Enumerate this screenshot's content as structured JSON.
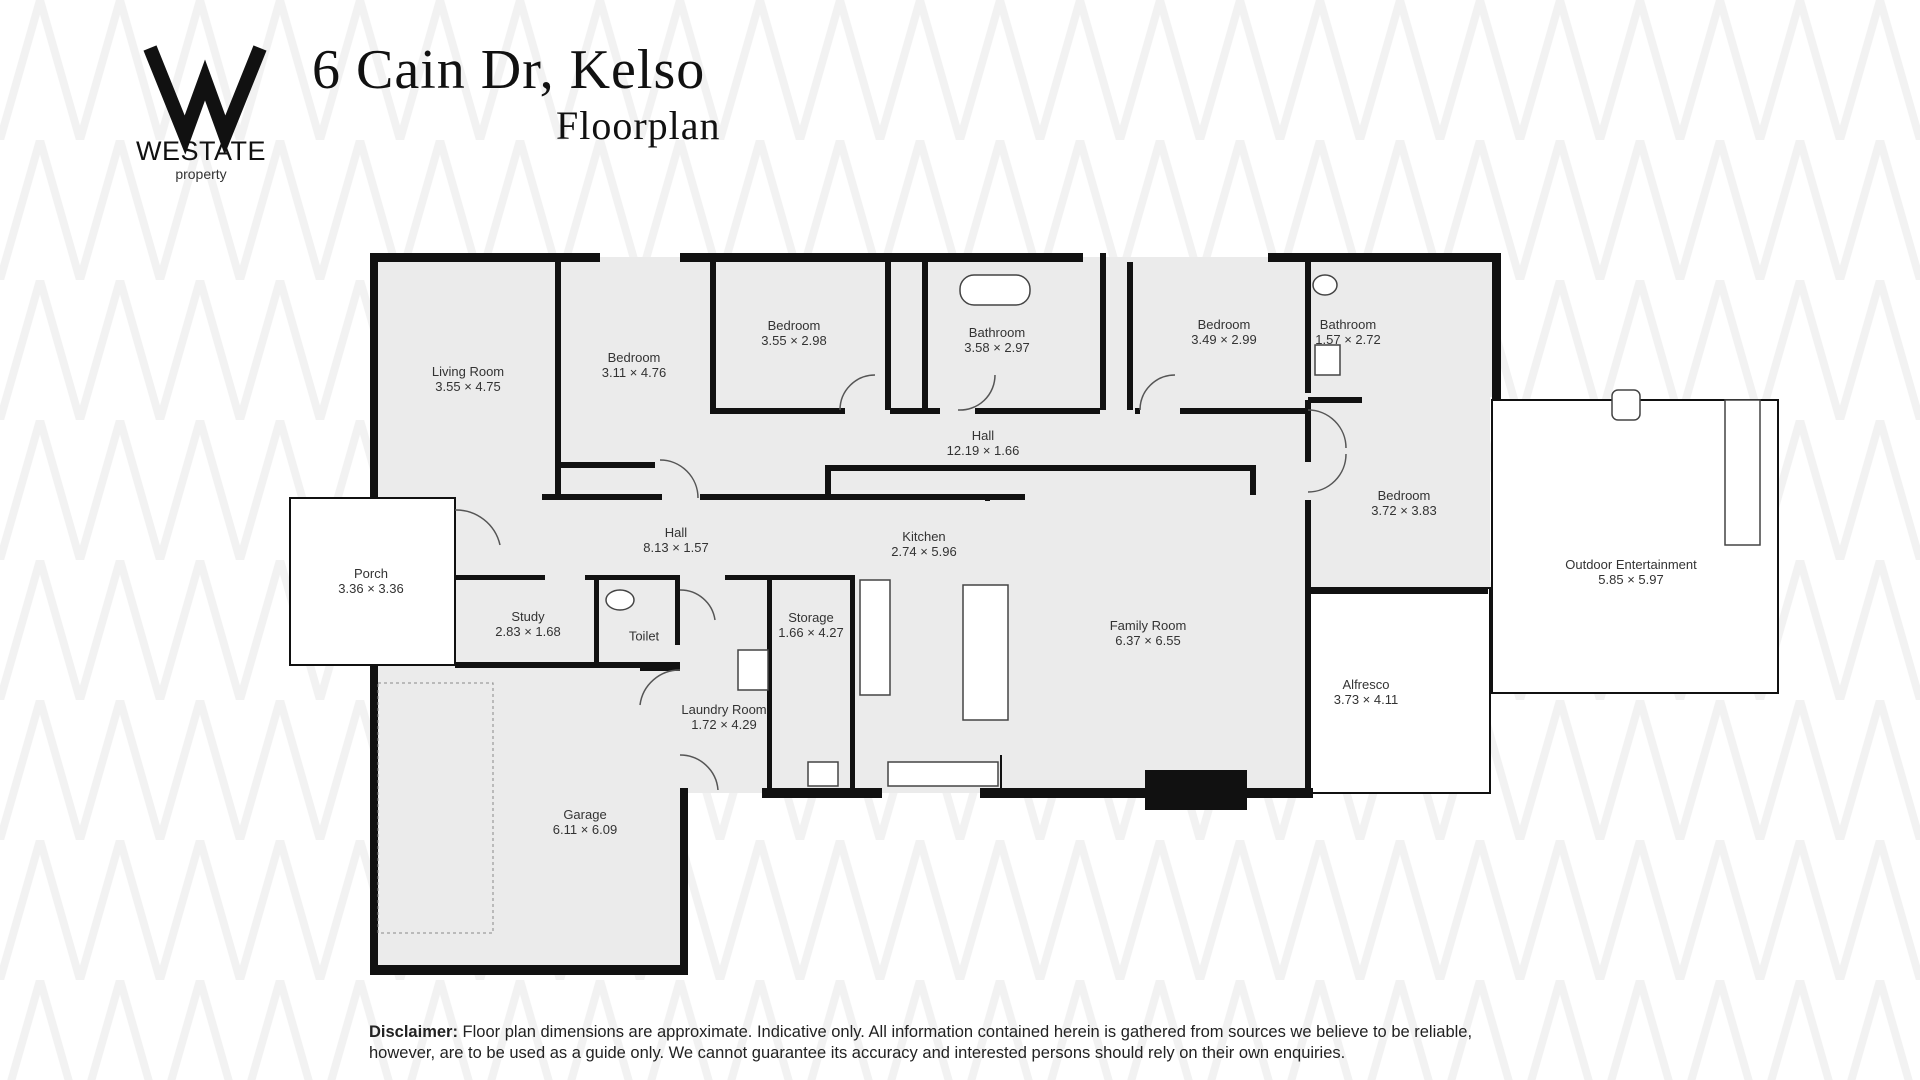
{
  "header": {
    "brand": "WESTATE",
    "brand_sub": "property",
    "title": "6 Cain Dr, Kelso",
    "subtitle": "Floorplan"
  },
  "colors": {
    "wall": "#111111",
    "floor": "#eeeeee",
    "outdoor": "#ffffff",
    "text": "#333333"
  },
  "rooms": [
    {
      "name": "Living Room",
      "dims": "3.55 × 4.75"
    },
    {
      "name": "Bedroom",
      "dims": "3.11 × 4.76"
    },
    {
      "name": "Bedroom",
      "dims": "3.55 × 2.98"
    },
    {
      "name": "Bathroom",
      "dims": "3.58 × 2.97"
    },
    {
      "name": "Bedroom",
      "dims": "3.49 × 2.99"
    },
    {
      "name": "Bathroom",
      "dims": "1.57 × 2.72"
    },
    {
      "name": "Hall",
      "dims": "12.19 × 1.66"
    },
    {
      "name": "Bedroom",
      "dims": "3.72 × 3.83"
    },
    {
      "name": "Hall",
      "dims": "8.13 × 1.57"
    },
    {
      "name": "Kitchen",
      "dims": "2.74 × 5.96"
    },
    {
      "name": "Porch",
      "dims": "3.36 × 3.36"
    },
    {
      "name": "Study",
      "dims": "2.83 × 1.68"
    },
    {
      "name": "Toilet",
      "dims": ""
    },
    {
      "name": "Storage",
      "dims": "1.66 × 4.27"
    },
    {
      "name": "Family Room",
      "dims": "6.37 × 6.55"
    },
    {
      "name": "Outdoor Entertainment",
      "dims": "5.85 × 5.97"
    },
    {
      "name": "Alfresco",
      "dims": "3.73 × 4.11"
    },
    {
      "name": "Laundry Room",
      "dims": "1.72 × 4.29"
    },
    {
      "name": "Garage",
      "dims": "6.11 × 6.09"
    }
  ],
  "disclaimer": {
    "label": "Disclaimer:",
    "text": " Floor plan dimensions are approximate. Indicative only. All information contained herein is gathered from sources we believe to be reliable, however, are to be used as a guide only. We cannot guarantee its accuracy and interested persons should rely on their own enquiries."
  }
}
